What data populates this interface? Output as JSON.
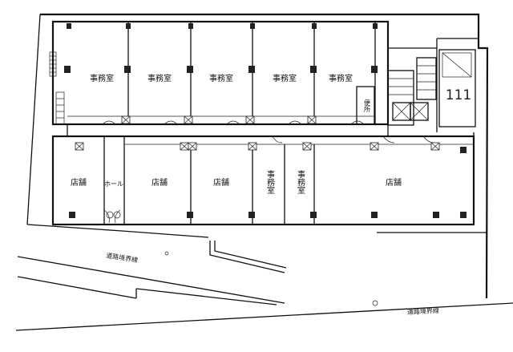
{
  "rooms": {
    "office_1": "事務室",
    "office_2": "事務室",
    "office_3": "事務室",
    "office_4": "事務室",
    "office_5": "事務室",
    "office_6": "事務室",
    "office_7": "事務室",
    "shop_1": "店舗",
    "shop_2": "店舗",
    "shop_3": "店舗",
    "shop_4": "店舗",
    "hall": "ホール",
    "toilet": "便所"
  },
  "unit_number": "111",
  "road_boundary_label_1": "道路境界線",
  "road_boundary_label_2": "道路境界線"
}
